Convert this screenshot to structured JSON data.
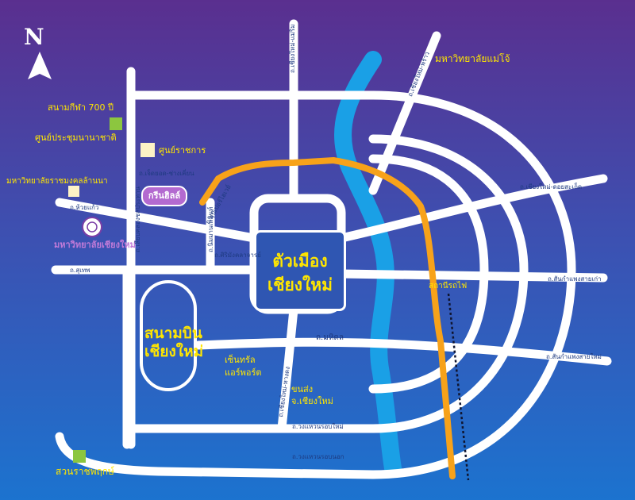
{
  "map": {
    "center": {
      "line1": "ตัวเมือง",
      "line2": "เชียงใหม่"
    },
    "airport": {
      "line1": "สนามบิน",
      "line2": "เชียงใหม่"
    },
    "north_letter": "N",
    "landmarks": {
      "stadium": "สนามกีฬา 700 ปี",
      "convention": "ศูนย์ประชุมนานาชาติ",
      "government_center": "ศูนย์ราชการ",
      "rajamangala": "มหาวิทยาลัยราชมงคลล้านนา",
      "cmu": "มหาวิทยาลัยเชียงใหม่",
      "maejo": "มหาวิทยาลัยแม่โจ้",
      "central_airport": "เซ็นทรัล",
      "central_airport_2": "แอร์พอร์ต",
      "bus_station": "ขนส่ง",
      "bus_station_2": "จ.เชียงใหม่",
      "railway_station": "สถานีรถไฟ",
      "royal_park": "สวนราชพฤกษ์",
      "logo_text": "กรีนฮิลล์"
    },
    "roads": {
      "chotana": "ถ.เชียงใหม่-แม่ริม",
      "maejo_rd": "ถ.เชียงใหม่-พร้าว",
      "huay_kaew_lampang": "ถ.เจ็ดยอด-ช่างเคี่ยน",
      "huay_kaew": "ถ.ห้วยแก้ว",
      "suthep": "ถ.สุเทพ",
      "nimman": "ถ.นิมมานเหมินท์",
      "khlong_chonlaprathan": "ถ.เลียบคลองชลประทาน",
      "sirimangkalajarn": "ถ.ศิริมังคลาจารย์",
      "superhighway": "ถ.ซุปเปอร์ไฮเวย์",
      "doi_saket": "ถ.เชียงใหม่-ดอยสะเก็ด",
      "sankamphaeng_old": "ถ.สันกำแพงสายเก่า",
      "sankamphaeng_new": "ถ.สันกำแพงสายใหม่",
      "mahidol": "ถ.มหิดล",
      "hangdong": "ถ.เชียงใหม่-หางดง",
      "ring_inner": "ถ.วงแหวนรอบใหม่",
      "ring_outer": "ถ.วงแหวนรอบนอก"
    }
  }
}
